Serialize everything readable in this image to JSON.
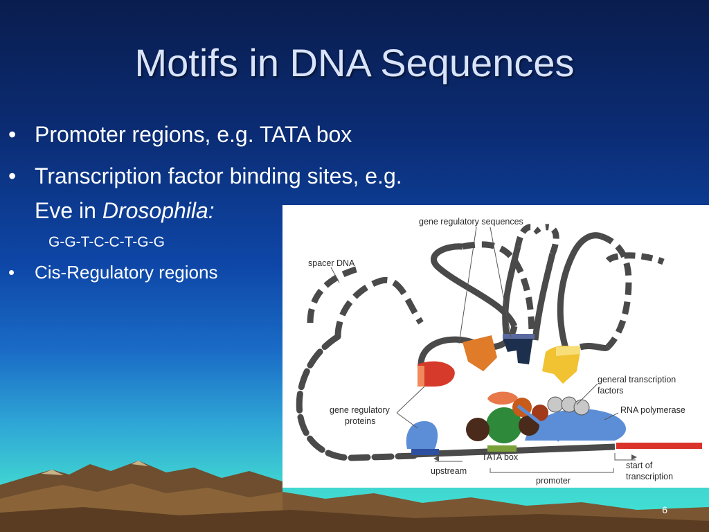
{
  "slide": {
    "title": "Motifs in DNA Sequences",
    "bullet_char": "•",
    "bullets": {
      "b1": "Promoter regions, e.g. TATA box",
      "b2_line1": "Transcription factor binding sites, e.g.",
      "b2_line2_prefix": "Eve in ",
      "b2_line2_italic": "Drosophila:",
      "sequence": "G-G-T-C-C-T-G-G",
      "b3": "Cis-Regulatory regions"
    },
    "page_number": "6"
  },
  "figure": {
    "labels": {
      "gene_regulatory_sequences": "gene regulatory sequences",
      "spacer_dna": "spacer DNA",
      "general_tf_line1": "general transcription",
      "general_tf_line2": "factors",
      "rna_polymerase": "RNA polymerase",
      "grp_line1": "gene regulatory",
      "grp_line2": "proteins",
      "tata_box": "TATA box",
      "upstream": "upstream",
      "promoter": "promoter",
      "start_line1": "start of",
      "start_line2": "transcription"
    },
    "colors": {
      "dna": "#4a4a4a",
      "orange": "#e07b2a",
      "red": "#d63a2a",
      "yellow": "#f1c232",
      "dark_navy": "#1c2f4d",
      "blue": "#5b8ed6",
      "green": "#2e8a3a",
      "brown": "#4a2a1a",
      "tata": "#7aa03a",
      "transcribed": "#d9332a"
    }
  }
}
